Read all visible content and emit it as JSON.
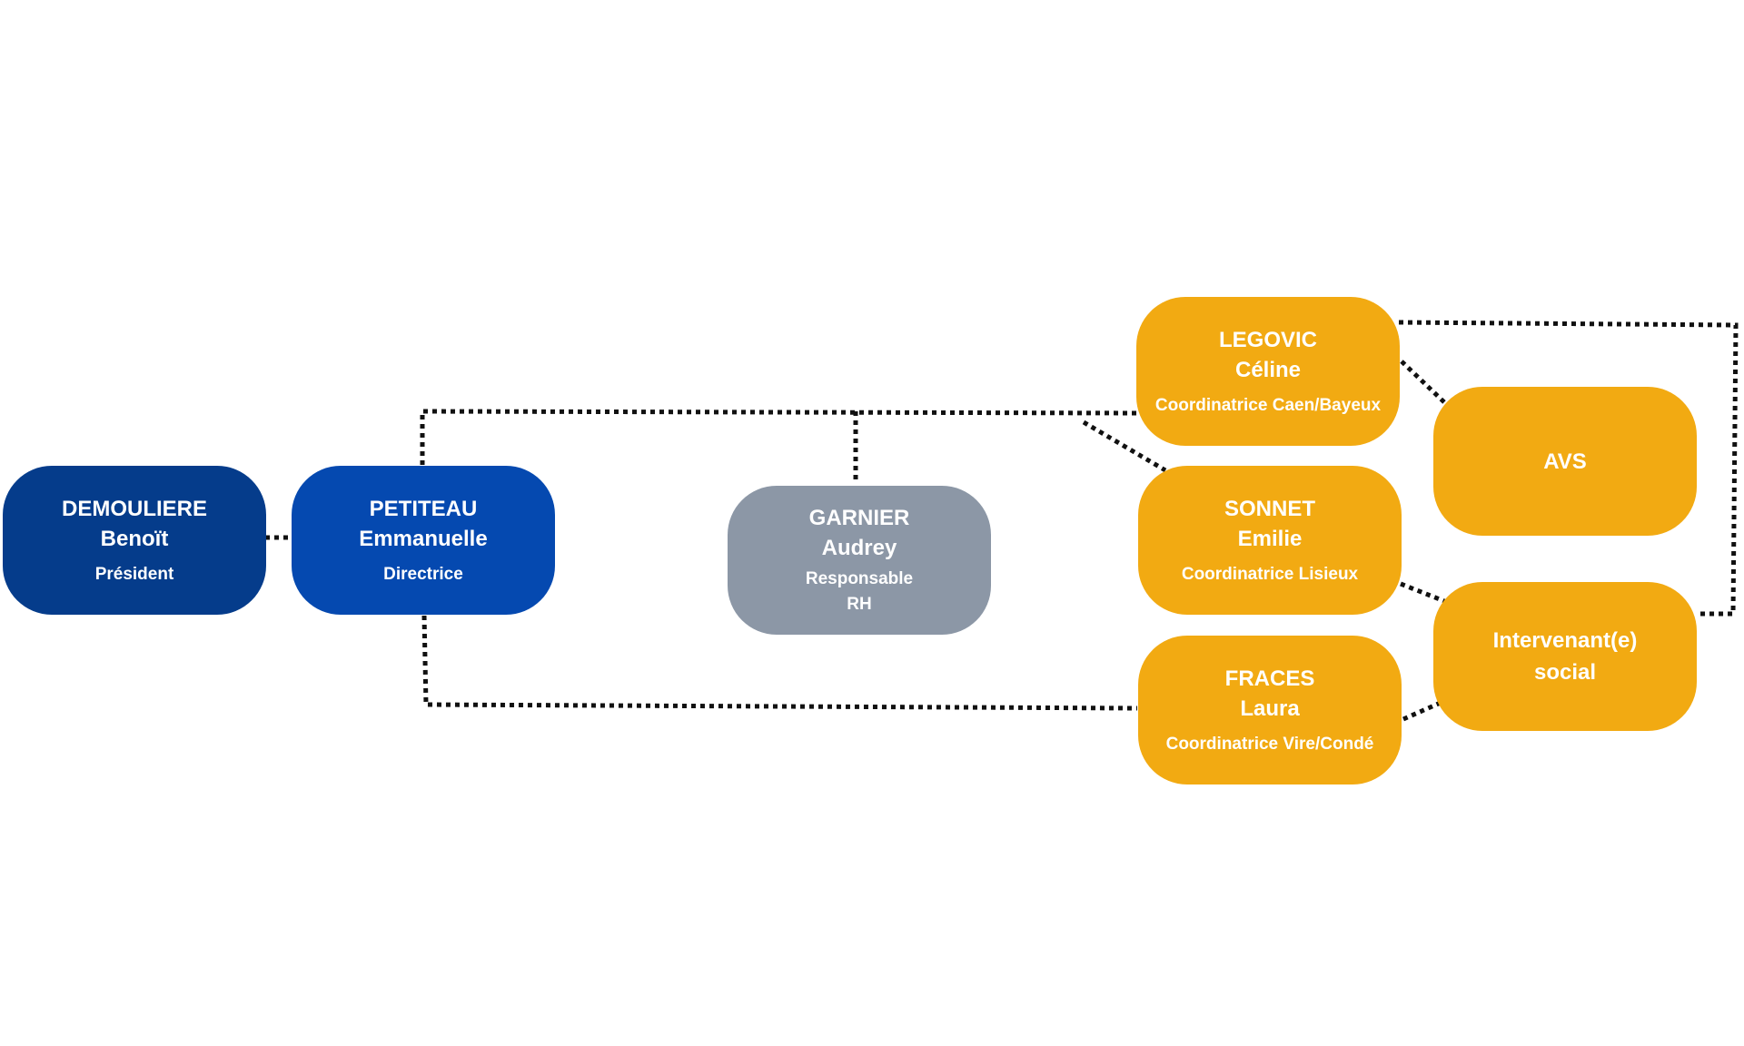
{
  "colors": {
    "president": "#053c8b",
    "director": "#0549b0",
    "hr": "#8c97a6",
    "coordinator": "#f2aa12",
    "connector": "#111111"
  },
  "nodes": {
    "president": {
      "surname": "DEMOULIERE",
      "firstname": "Benoït",
      "role": "Président"
    },
    "director": {
      "surname": "PETITEAU",
      "firstname": "Emmanuelle",
      "role": "Directrice"
    },
    "hr": {
      "surname": "GARNIER",
      "firstname": "Audrey",
      "role": "Responsable RH"
    },
    "legovic": {
      "surname": "LEGOVIC",
      "firstname": "Céline",
      "role": "Coordinatrice Caen/Bayeux"
    },
    "sonnet": {
      "surname": "SONNET",
      "firstname": "Emilie",
      "role": "Coordinatrice Lisieux"
    },
    "fraces": {
      "surname": "FRACES",
      "firstname": "Laura",
      "role": "Coordinatrice Vire/Condé"
    },
    "avs": {
      "label": "AVS"
    },
    "social": {
      "label": "Intervenant(e) social"
    }
  }
}
